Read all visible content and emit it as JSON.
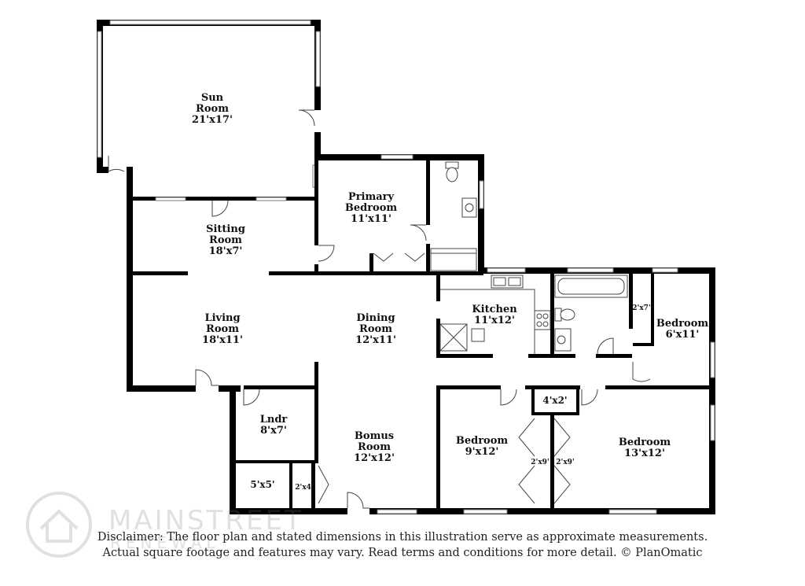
{
  "rooms": {
    "sun_room": {
      "name": "Sun\nRoom",
      "dims": "21'x17'"
    },
    "primary_bedroom": {
      "name": "Primary\nBedroom",
      "dims": "11'x11'"
    },
    "sitting_room": {
      "name": "Sitting\nRoom",
      "dims": "18'x7'"
    },
    "living_room": {
      "name": "Living\nRoom",
      "dims": "18'x11'"
    },
    "dining_room": {
      "name": "Dining\nRoom",
      "dims": "12'x11'"
    },
    "kitchen": {
      "name": "Kitchen",
      "dims": "11'x12'"
    },
    "bedroom_small": {
      "name": "Bedroom",
      "dims": "6'x11'"
    },
    "lndr": {
      "name": "Lndr",
      "dims": "8'x7'"
    },
    "bomus_room": {
      "name": "Bomus\nRoom",
      "dims": "12'x12'"
    },
    "bedroom_mid": {
      "name": "Bedroom",
      "dims": "9'x12'"
    },
    "bedroom_right": {
      "name": "Bedroom",
      "dims": "13'x12'"
    }
  },
  "closets": {
    "closet_2x7": "2'x7'",
    "closet_4x2": "4'x2'",
    "closet_5x5": "5'x5'",
    "closet_2x4": "2'x4'",
    "closet_2x9_left": "2'x9'",
    "closet_2x9_right": "2'x9'"
  },
  "disclaimer": {
    "line1": "Disclaimer: The floor plan and stated dimensions in this illustration serve as approximate measurements.",
    "line2": "Actual square footage and features may vary. Read terms and conditions for more detail. © PlanOmatic"
  },
  "watermark": {
    "brand": "MAINSTREET",
    "sub": "RENEWAL",
    "icon": "house-logo-icon"
  },
  "colors": {
    "wall": "#000000",
    "background": "#ffffff"
  }
}
